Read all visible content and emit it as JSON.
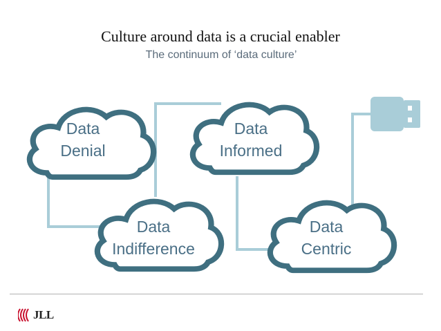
{
  "title": "Culture around data is a crucial enabler",
  "subtitle": "The continuum of ‘data culture’",
  "clouds": [
    {
      "line1": "Data",
      "line2": "Denial"
    },
    {
      "line1": "Data",
      "line2": "Indifference"
    },
    {
      "line1": "Data",
      "line2": "Informed"
    },
    {
      "line1": "Data",
      "line2": "Centric"
    }
  ],
  "logo": {
    "text": "JLL"
  },
  "colors": {
    "cloud_outline": "#3f6f80",
    "connector": "#a9cdd8",
    "plug": "#a9cdd8",
    "label": "#4a6f86"
  }
}
